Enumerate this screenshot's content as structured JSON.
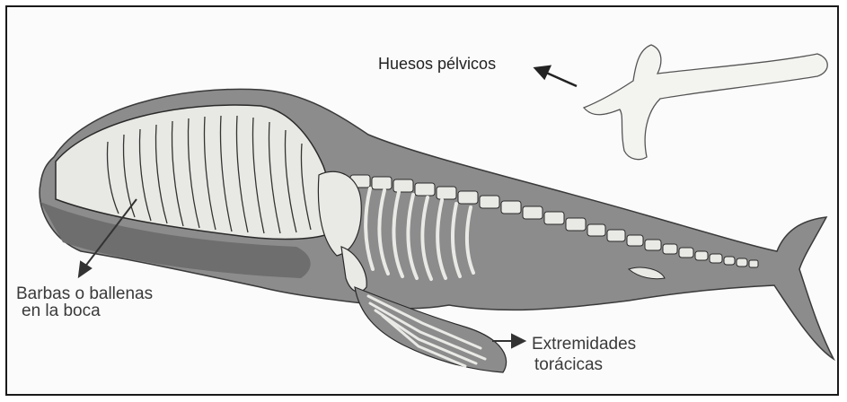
{
  "labels": {
    "pelvic_bones": "Huesos pélvicos",
    "baleen_line1": "Barbas o ballenas",
    "baleen_line2": "en la boca",
    "limbs_line1": "Extremidades",
    "limbs_line2": "torácicas"
  },
  "colors": {
    "body": "#8c8c8c",
    "bone": "#e9e9e6",
    "outline": "#2a2a2a",
    "arrow": "#222222"
  }
}
